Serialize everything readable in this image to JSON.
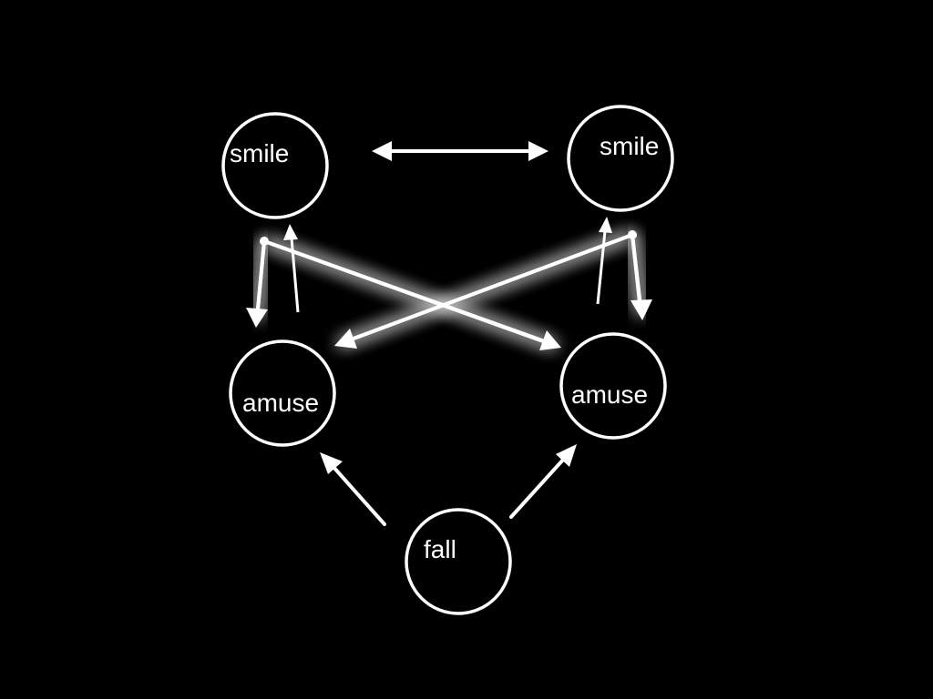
{
  "diagram": {
    "nodes": [
      {
        "id": "smile-left",
        "label": "smile"
      },
      {
        "id": "smile-right",
        "label": "smile"
      },
      {
        "id": "amuse-left",
        "label": "amuse"
      },
      {
        "id": "amuse-right",
        "label": "amuse"
      },
      {
        "id": "fall",
        "label": "fall"
      }
    ],
    "edges": [
      {
        "from": "smile-left",
        "to": "smile-right",
        "kind": "bidirectional"
      },
      {
        "from": "smile-left",
        "to": "amuse-left",
        "kind": "directed",
        "highlighted": true
      },
      {
        "from": "smile-left",
        "to": "amuse-right",
        "kind": "directed",
        "highlighted": true
      },
      {
        "from": "smile-right",
        "to": "amuse-right",
        "kind": "directed",
        "highlighted": true
      },
      {
        "from": "smile-right",
        "to": "amuse-left",
        "kind": "directed",
        "highlighted": true
      },
      {
        "from": "amuse-left",
        "to": "smile-left",
        "kind": "directed"
      },
      {
        "from": "amuse-right",
        "to": "smile-right",
        "kind": "directed"
      },
      {
        "from": "fall",
        "to": "amuse-left",
        "kind": "directed"
      },
      {
        "from": "fall",
        "to": "amuse-right",
        "kind": "directed"
      }
    ],
    "colors": {
      "background": "#000000",
      "foreground": "#ffffff"
    }
  }
}
